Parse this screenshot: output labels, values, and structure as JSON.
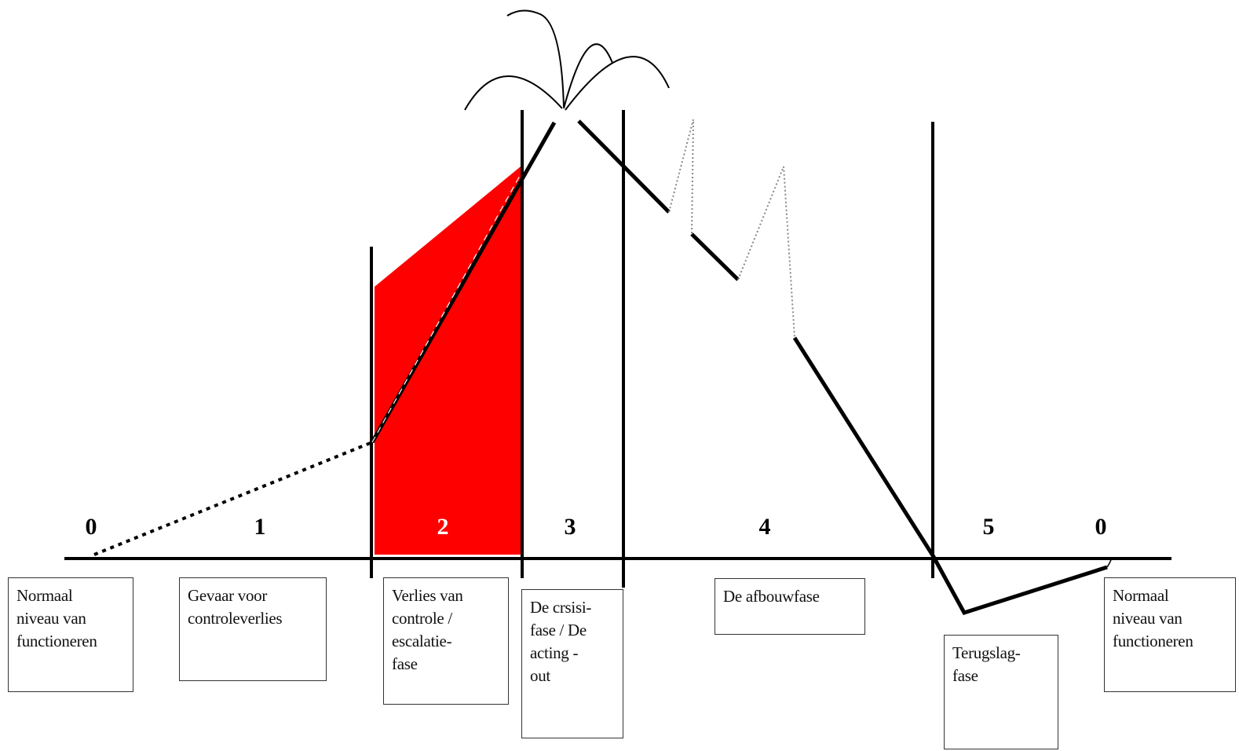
{
  "phases": [
    {
      "number": "0",
      "label": "Normaal\nniveau van\nfunctioneren"
    },
    {
      "number": "1",
      "label": "Gevaar voor\ncontroleverlies"
    },
    {
      "number": "2",
      "label": "Verlies van\ncontrole /\nescalatie-\nfase"
    },
    {
      "number": "3",
      "label": "De crsisi-\nfase / De\nacting -\nout"
    },
    {
      "number": "4",
      "label": "De afbouwfase"
    },
    {
      "number": "5",
      "label": "Terugslag-\nfase"
    },
    {
      "number": "0",
      "label": "Normaal\nniveau van\nfunctioneren"
    }
  ],
  "colors": {
    "escalation_fill": "#ff0000",
    "line": "#000000",
    "dotted": "#777777"
  }
}
